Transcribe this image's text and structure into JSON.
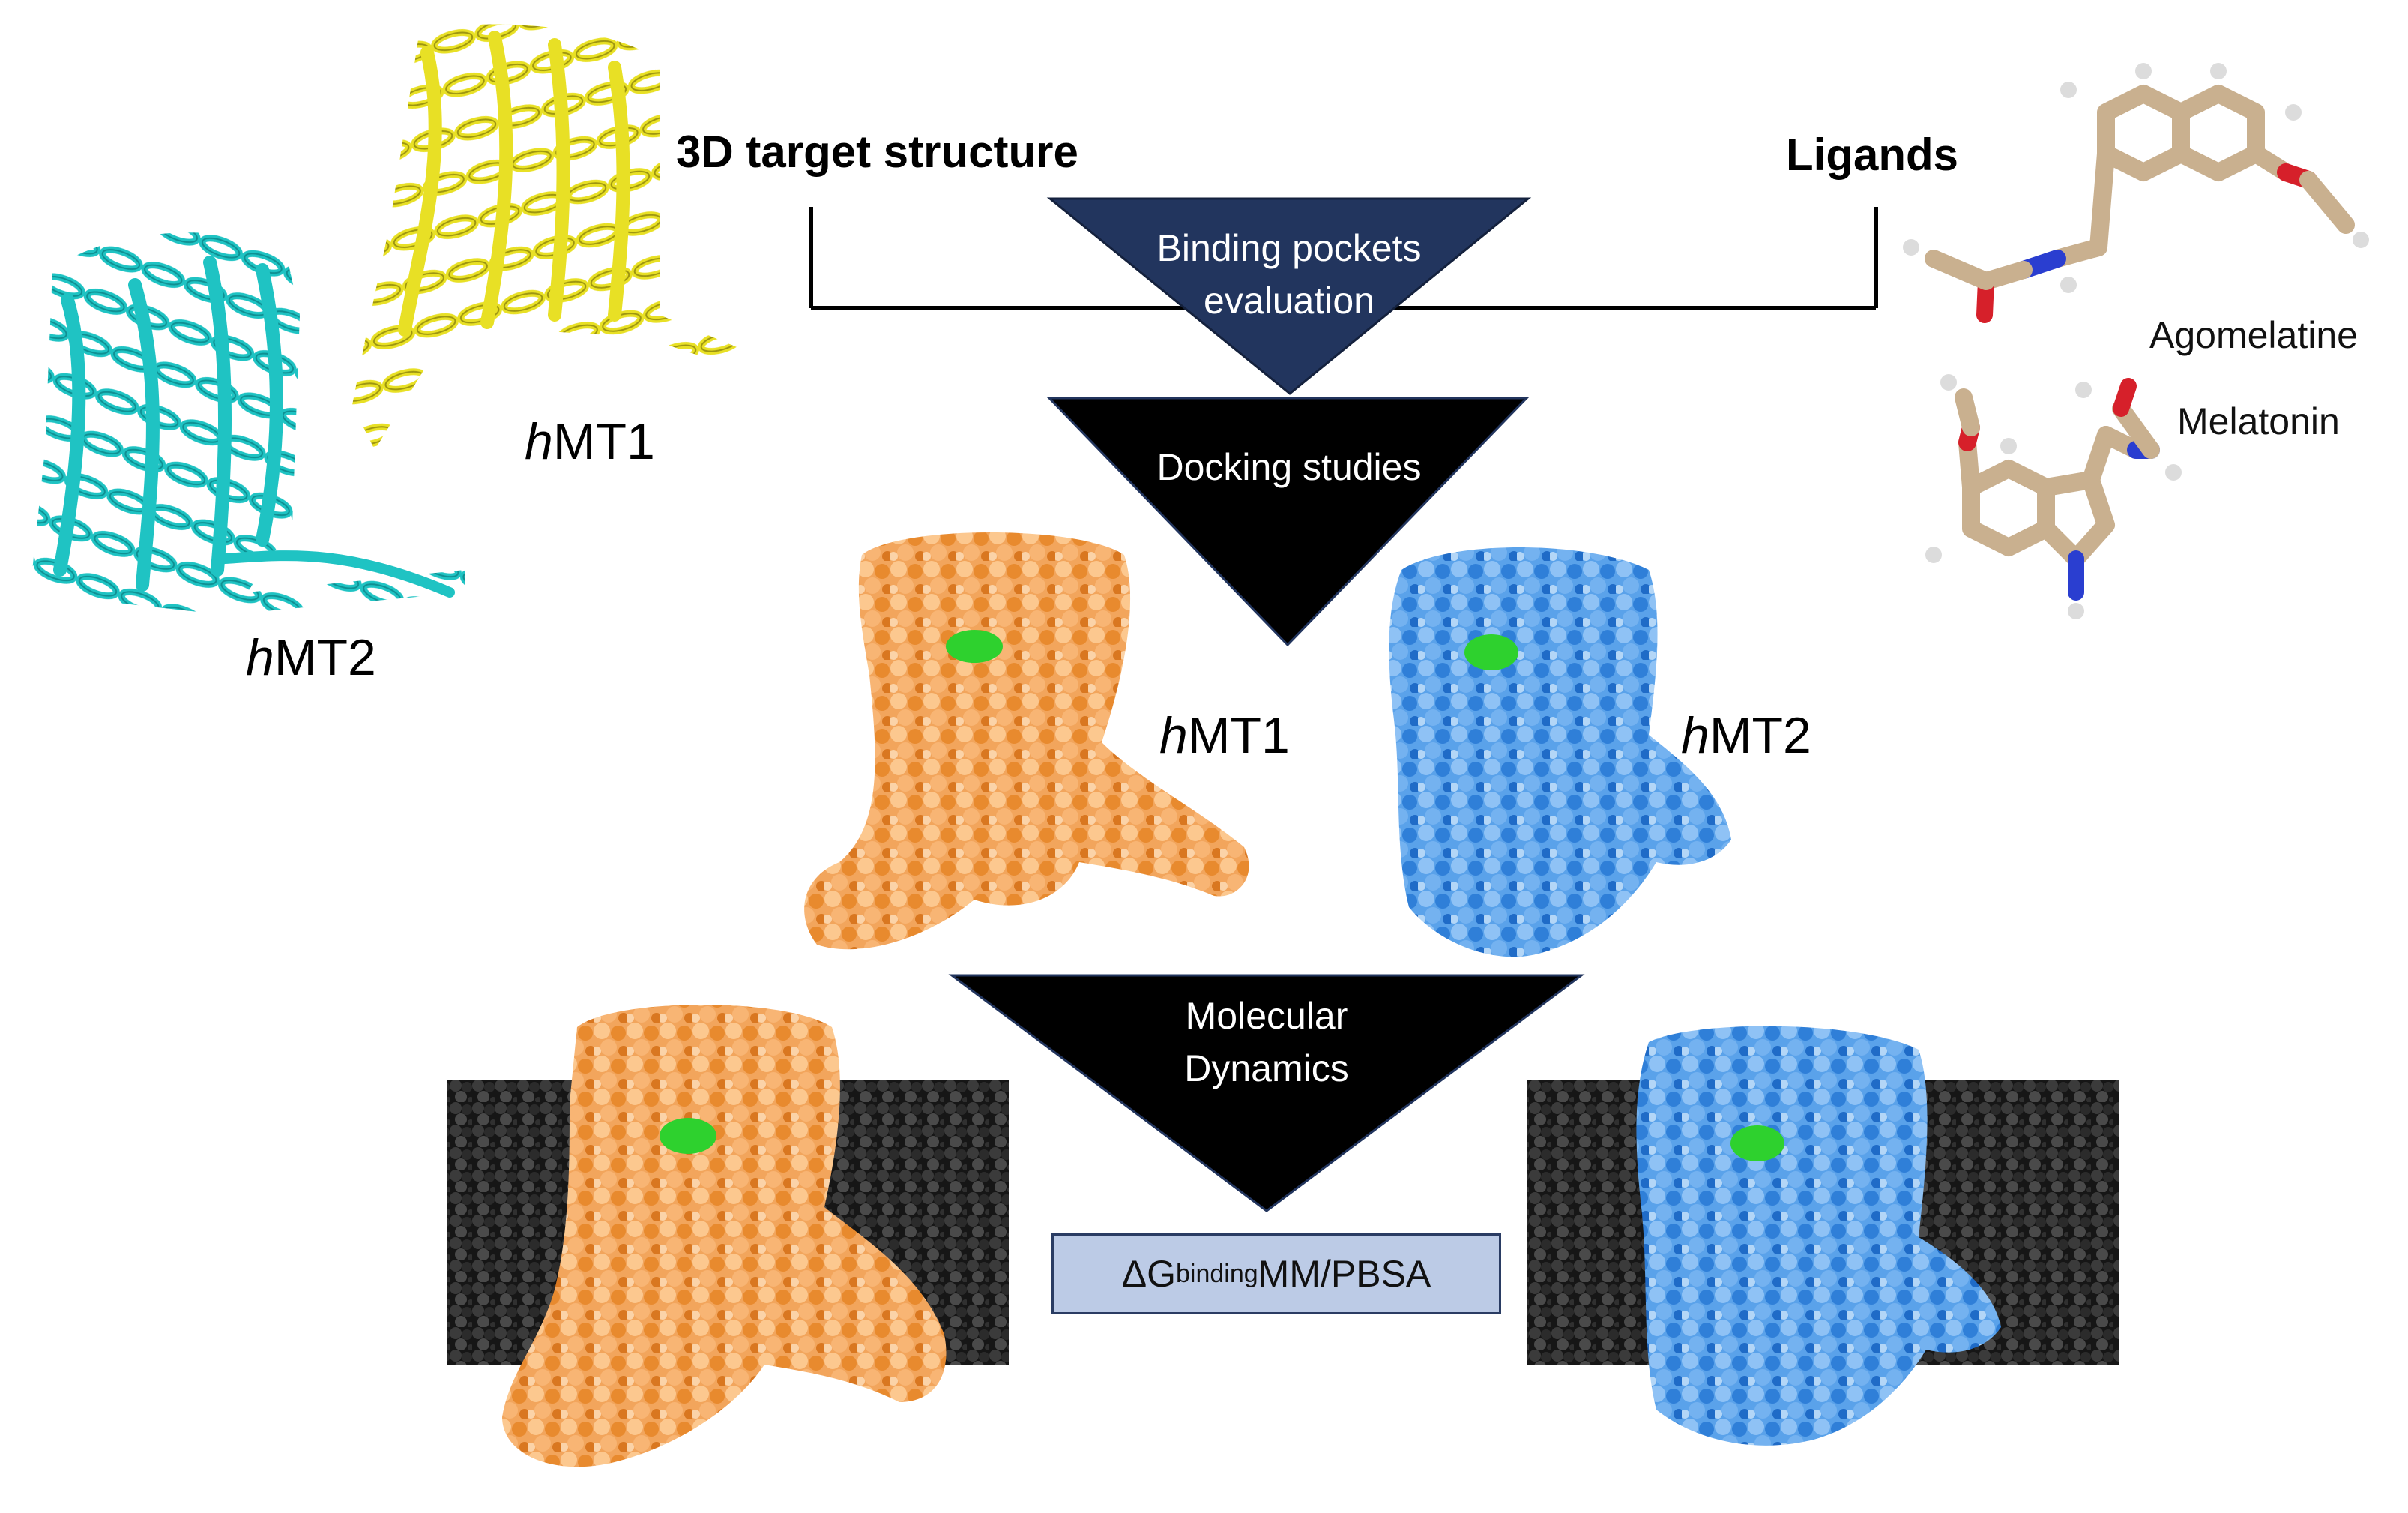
{
  "labels": {
    "target": "3D target structure",
    "ligands": "Ligands",
    "hmt1_italic": "h",
    "hmt1_rest": "MT1",
    "hmt2_italic": "h",
    "hmt2_rest": "MT2",
    "agomelatine": "Agomelatine",
    "melatonin": "Melatonin"
  },
  "steps": {
    "binding_line1": "Binding pockets",
    "binding_line2": "evaluation",
    "docking": "Docking studies",
    "md_line1": "Molecular",
    "md_line2": "Dynamics"
  },
  "energy": {
    "symbol": "ΔG",
    "subscript": "binding",
    "method": " MM/PBSA"
  },
  "colors": {
    "hmt2_ribbon": "#1fc3c3",
    "hmt1_ribbon": "#e8e025",
    "hmt1_surface": "#f0a050",
    "hmt2_surface": "#4a95e6",
    "ligand_site": "#2ed12e",
    "membrane": "#2a2a2a",
    "binding_triangle": "#22355e",
    "step_triangle": "#000000",
    "dg_box": "#bccbe6"
  }
}
